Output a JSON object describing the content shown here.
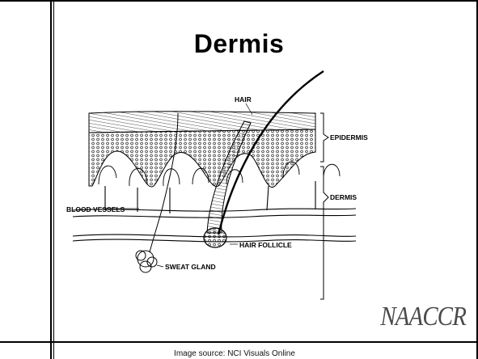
{
  "slide": {
    "title": "Dermis",
    "caption": "Image source: NCI Visuals Online"
  },
  "diagram": {
    "labels": {
      "hair": "HAIR",
      "epidermis": "EPIDERMIS",
      "dermis": "DERMIS",
      "blood_vessels": "BLOOD VESSELS",
      "hair_follicle": "HAIR FOLLICLE",
      "sweat_gland": "SWEAT GLAND"
    }
  },
  "logo": {
    "text": "NAACCR"
  }
}
